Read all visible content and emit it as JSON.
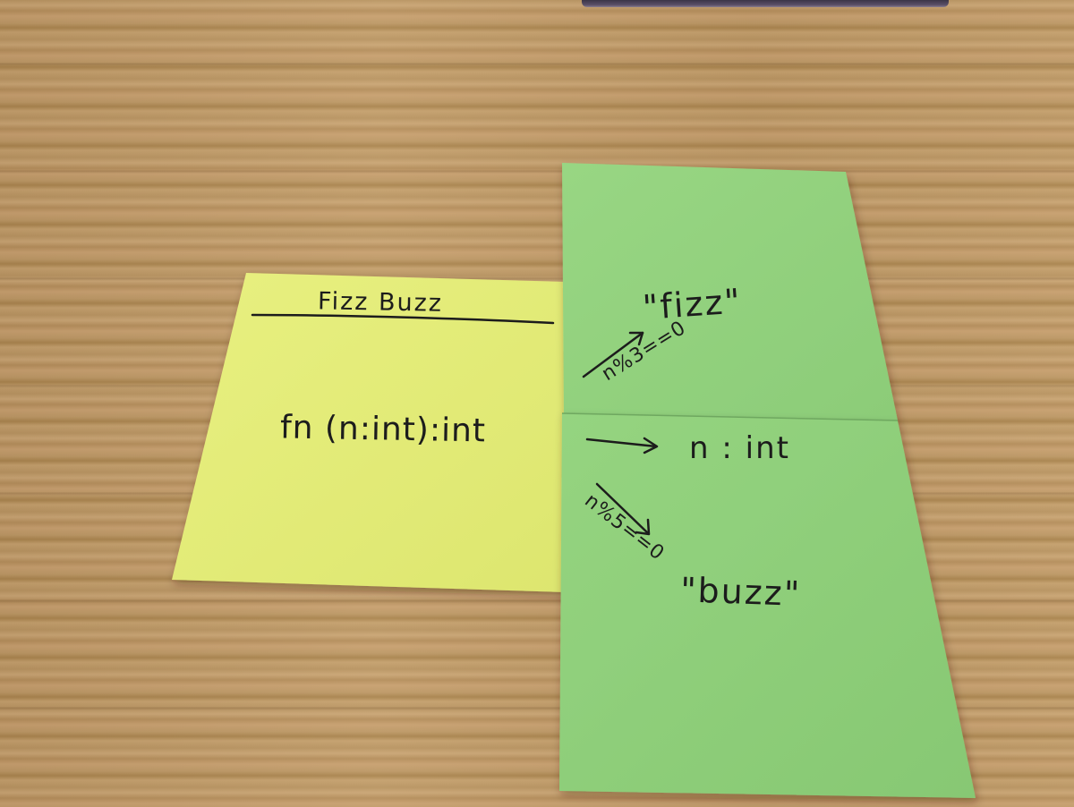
{
  "yellow_note": {
    "title": "Fizz Buzz",
    "signature": "fn (n:int):int"
  },
  "green_note_top": {
    "output": "\"fizz\"",
    "condition": "n%3==0"
  },
  "green_note_bottom": {
    "output": "\"buzz\"",
    "condition": "n%5==0"
  },
  "middle_label": "n : int",
  "colors": {
    "yellow_note": "#e3ec7a",
    "green_note": "#93d27e",
    "ink": "#1c1c1c"
  }
}
